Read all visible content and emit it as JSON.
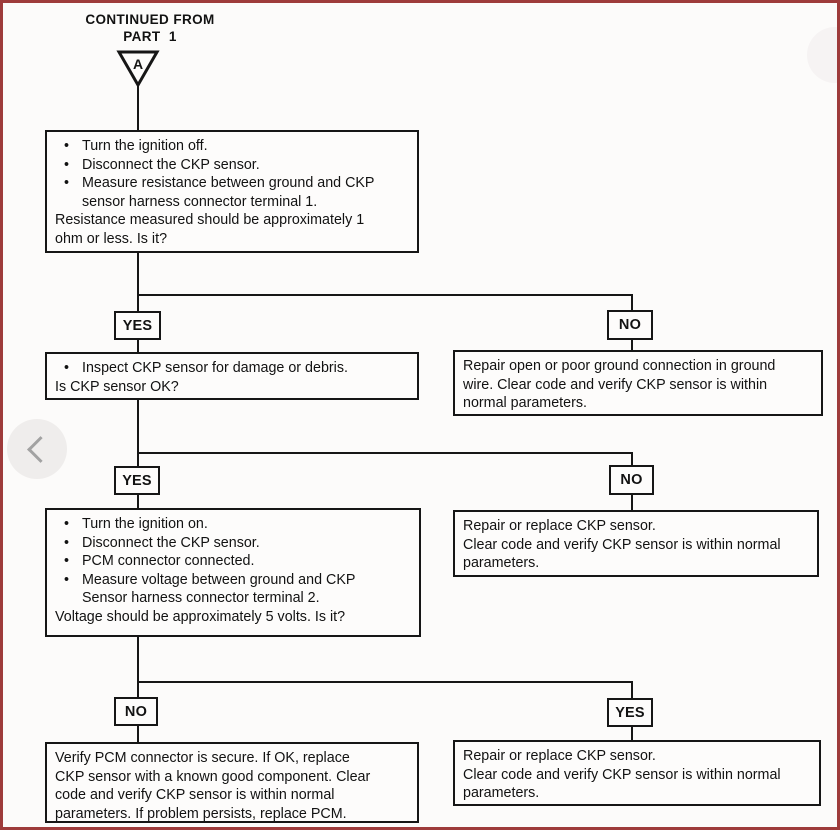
{
  "header": {
    "continued_line1": "CONTINUED FROM",
    "continued_line2": "PART  1",
    "connector_label": "A"
  },
  "decision_labels": {
    "row1_left": "YES",
    "row1_right": "NO",
    "row2_left": "YES",
    "row2_right": "NO",
    "row3_left": "NO",
    "row3_right": "YES"
  },
  "boxes": {
    "step1": {
      "bullet1": "Turn the ignition off.",
      "bullet2": "Disconnect the CKP sensor.",
      "bullet3": "Measure resistance between ground and CKP\nsensor harness connector terminal 1.",
      "question": "Resistance measured should be approximately 1\nohm or less. Is it?"
    },
    "step2": {
      "bullet1": "Inspect CKP sensor for damage or debris.",
      "question": "Is CKP sensor OK?"
    },
    "step3": {
      "bullet1": "Turn the ignition on.",
      "bullet2": "Disconnect the CKP sensor.",
      "bullet3": "PCM connector connected.",
      "bullet4": "Measure voltage between ground and CKP\nSensor harness connector terminal 2.",
      "question": "Voltage should be approximately 5 volts. Is it?"
    },
    "result_no1": "Repair open or poor ground connection in ground\nwire. Clear code and verify CKP sensor is within\nnormal parameters.",
    "result_no2": "Repair or replace CKP sensor.\nClear code and verify CKP sensor is within normal\nparameters.",
    "result_final_no": "Verify PCM connector is secure. If OK, replace\nCKP sensor with a known good component. Clear\ncode and verify CKP sensor is within normal\nparameters.  If problem persists, replace PCM.",
    "result_final_yes": "Repair or replace CKP sensor.\nClear code and verify CKP sensor is within normal\nparameters."
  },
  "colors": {
    "frame_border": "#9e3b3b",
    "line": "#161616",
    "accent_bottom": "#3c63c8"
  }
}
